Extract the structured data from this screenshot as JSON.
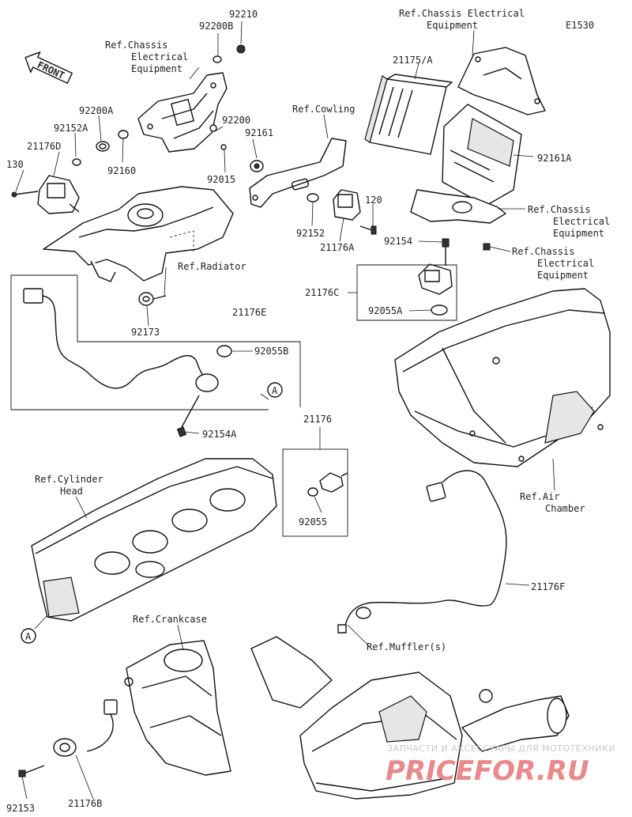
{
  "diagram_code": "E1530",
  "front_badge": "FRONT",
  "callout_letter": "A",
  "labels": {
    "ref_chassis_elec_top": [
      "Ref.Chassis Electrical",
      "Equipment"
    ],
    "ref_chassis_elec_left": [
      "Ref.Chassis",
      "Electrical",
      "Equipment"
    ],
    "ref_chassis_elec_right1": [
      "Ref.Chassis",
      "Electrical",
      "Equipment"
    ],
    "ref_chassis_elec_right2": [
      "Ref.Chassis",
      "Electrical",
      "Equipment"
    ],
    "ref_cowling": "Ref.Cowling",
    "ref_radiator": "Ref.Radiator",
    "ref_cylinder_head": [
      "Ref.Cylinder",
      "Head"
    ],
    "ref_air_chamber": [
      "Ref.Air",
      "Chamber"
    ],
    "ref_crankcase": "Ref.Crankcase",
    "ref_mufflers": "Ref.Muffler(s)"
  },
  "parts": {
    "p92210": "92210",
    "p92200B": "92200B",
    "p92200A": "92200A",
    "p92152A": "92152A",
    "p21176D": "21176D",
    "p130": "130",
    "p92160": "92160",
    "p92200": "92200",
    "p92161": "92161",
    "p92015": "92015",
    "p21175A": "21175/A",
    "p92161A": "92161A",
    "p120": "120",
    "p92152": "92152",
    "p21176A": "21176A",
    "p92154": "92154",
    "p21176C": "21176C",
    "p92055A": "92055A",
    "p92173": "92173",
    "p21176E": "21176E",
    "p92055B": "92055B",
    "p92154A": "92154A",
    "p21176": "21176",
    "p92055": "92055",
    "p21176F": "21176F",
    "p21176B": "21176B",
    "p92153": "92153"
  },
  "watermark": {
    "line1": "ЗАПЧАСТИ И АКСЕССУАРЫ ДЛЯ МОТОТЕХНИКИ",
    "line2": "PRICEFOR.RU"
  }
}
